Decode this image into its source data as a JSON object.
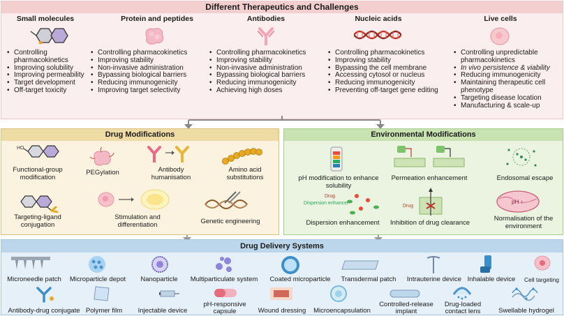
{
  "top": {
    "title": "Different Therapeutics and Challenges",
    "columns": [
      {
        "head": "Small molecules",
        "items": [
          "Controlling pharmacokinetics",
          "Improving solubility",
          "Improving permeability",
          "Target development",
          "Off-target toxicity"
        ]
      },
      {
        "head": "Protein and peptides",
        "items": [
          "Controlling pharmacokinetics",
          "Improving stability",
          "Non-invasive administration",
          "Bypassing biological barriers",
          "Reducing immunogenicity",
          "Improving target selectivity"
        ]
      },
      {
        "head": "Antibodies",
        "items": [
          "Controlling pharmacokinetics",
          "Improving stability",
          "Non-invasive administration",
          "Bypassing biological barriers",
          "Reducing immunogenicity",
          "Achieving high doses"
        ]
      },
      {
        "head": "Nucleic acids",
        "items": [
          "Controlling pharmacokinetics",
          "Improving stability",
          "Bypassing the cell membrane",
          "Accessing cytosol or nucleus",
          "Reducing immunogenicity",
          "Preventing off-target gene editing"
        ]
      },
      {
        "head": "Live cells",
        "items": [
          "Controlling unpredictable pharmacokinetics",
          "In vivo persistence & viability",
          "Reducing immunogenicity",
          "Maintaining therapeutic cell phenotype",
          "Targeting disease location",
          "Manufacturing & scale-up"
        ]
      }
    ]
  },
  "drug_mod": {
    "title": "Drug Modifications",
    "items": [
      "Functional-group modification",
      "PEGylation",
      "Antibody humanisation",
      "Amino acid substitutions",
      "Targeting-ligand conjugation",
      "Stimulation and differentiation",
      "Genetic engineering"
    ],
    "ho_label": "HO"
  },
  "env_mod": {
    "title": "Environmental Modifications",
    "items": [
      "pH modification to enhance solubility",
      "Permeation enhancement",
      "Endosomal escape",
      "Dispersion enhancement",
      "Inhibition of drug clearance",
      "Normalisation of the environment"
    ],
    "sub_drug": "Drug",
    "sub_enhancer": "Dispersion enhancer",
    "sub_drug2": "Drug",
    "sub_ph": "pH ↑"
  },
  "dds": {
    "title": "Drug Delivery Systems",
    "row1": [
      "Microneedle patch",
      "Microparticle depot",
      "Nanoparticle",
      "Multiparticulate system",
      "Coated microparticle",
      "Transdermal patch",
      "Intrauterine device",
      "Inhalable device",
      "Cell targeting"
    ],
    "row2": [
      "Antibody-drug conjugate",
      "Polymer film",
      "Injectable device",
      "pH-responsive capsule",
      "Wound dressing",
      "Microencapsulation",
      "Controlled-release implant",
      "Drug-loaded contact lens",
      "Swellable hydrogel"
    ]
  },
  "colors": {
    "top": "#fbeeee",
    "drug": "#fbf3e0",
    "env": "#eaf4e1",
    "dds": "#e6f0f8"
  }
}
